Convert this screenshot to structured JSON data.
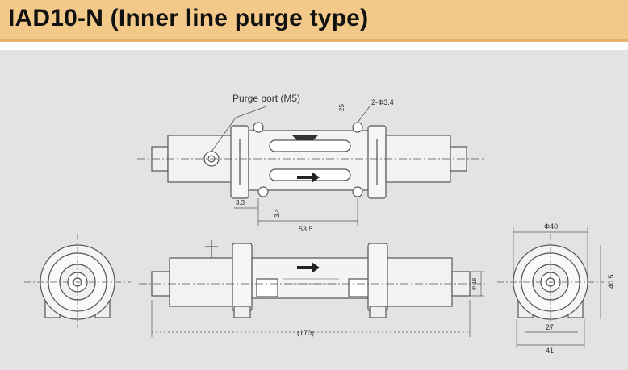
{
  "header": {
    "title": "IAD10-N (Inner line purge type)"
  },
  "labels": {
    "purge_port": "Purge port (M5)",
    "hole": "2-Φ3.4",
    "dim_top_small": "25",
    "dim_3_3": "3.3",
    "dim_3_4": "3.4",
    "dim_53_5": "53.5",
    "dim_170": "(170)",
    "dim_phi40": "Φ40",
    "dim_40_5": "40.5",
    "dim_27": "27",
    "dim_41": "41",
    "dim_side_height": "Φ 18"
  },
  "colors": {
    "header_bg": "#f3c98a",
    "panel_bg": "#e3e3e3",
    "line": "#555555"
  }
}
